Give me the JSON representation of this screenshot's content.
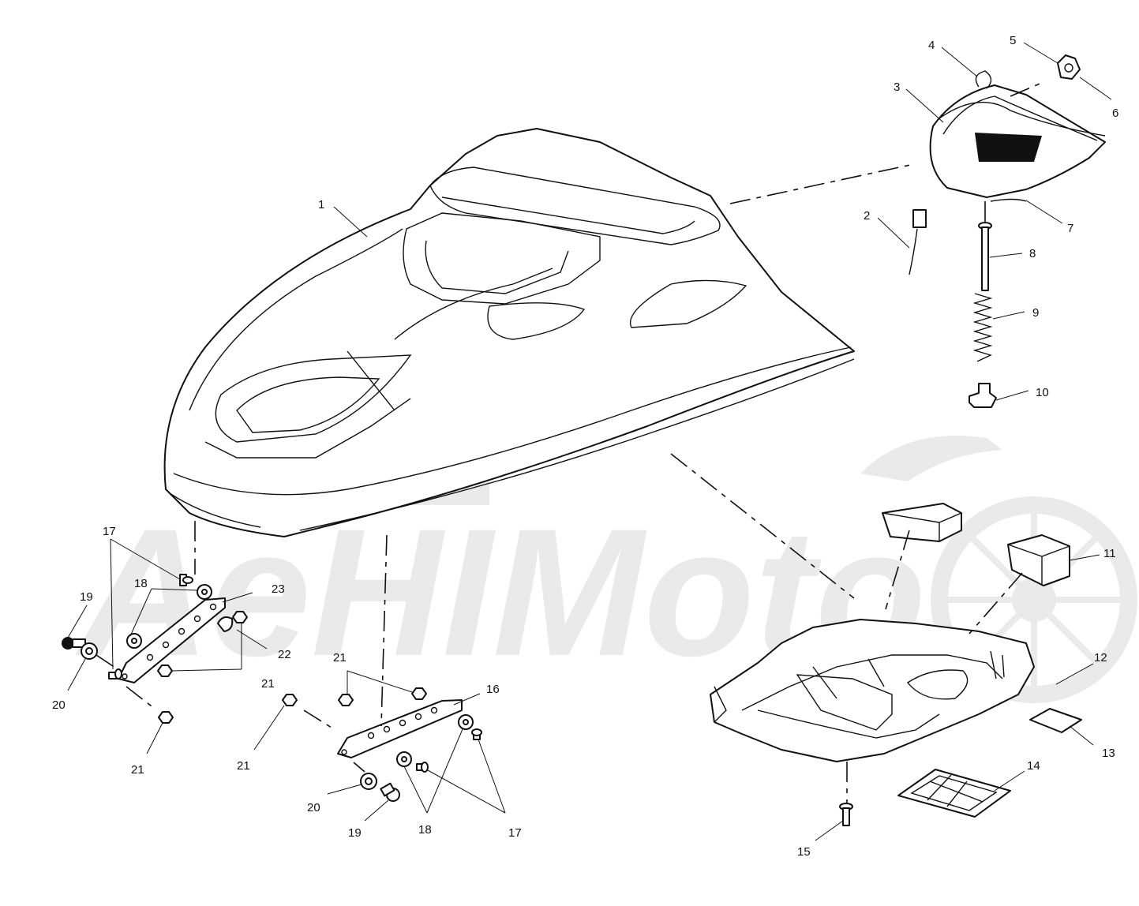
{
  "watermark": {
    "text": "AeHIMoto",
    "color": "#d9d9d9"
  },
  "colors": {
    "line": "#111111",
    "background": "#ffffff"
  },
  "callouts": [
    {
      "id": "c1",
      "label": "1"
    },
    {
      "id": "c2",
      "label": "2"
    },
    {
      "id": "c3",
      "label": "3"
    },
    {
      "id": "c4",
      "label": "4"
    },
    {
      "id": "c5",
      "label": "5"
    },
    {
      "id": "c6",
      "label": "6"
    },
    {
      "id": "c7",
      "label": "7"
    },
    {
      "id": "c8",
      "label": "8"
    },
    {
      "id": "c9",
      "label": "9"
    },
    {
      "id": "c10",
      "label": "10"
    },
    {
      "id": "c11",
      "label": "11"
    },
    {
      "id": "c12",
      "label": "12"
    },
    {
      "id": "c13",
      "label": "13"
    },
    {
      "id": "c14",
      "label": "14"
    },
    {
      "id": "c15",
      "label": "15"
    },
    {
      "id": "c16",
      "label": "16"
    },
    {
      "id": "c17a",
      "label": "17"
    },
    {
      "id": "c17b",
      "label": "17"
    },
    {
      "id": "c18a",
      "label": "18"
    },
    {
      "id": "c18b",
      "label": "18"
    },
    {
      "id": "c19a",
      "label": "19"
    },
    {
      "id": "c19b",
      "label": "19"
    },
    {
      "id": "c20a",
      "label": "20"
    },
    {
      "id": "c20b",
      "label": "20"
    },
    {
      "id": "c21a",
      "label": "21"
    },
    {
      "id": "c21b",
      "label": "21"
    },
    {
      "id": "c21c",
      "label": "21"
    },
    {
      "id": "c21d",
      "label": "21"
    },
    {
      "id": "c22",
      "label": "22"
    },
    {
      "id": "c23",
      "label": "23"
    }
  ]
}
